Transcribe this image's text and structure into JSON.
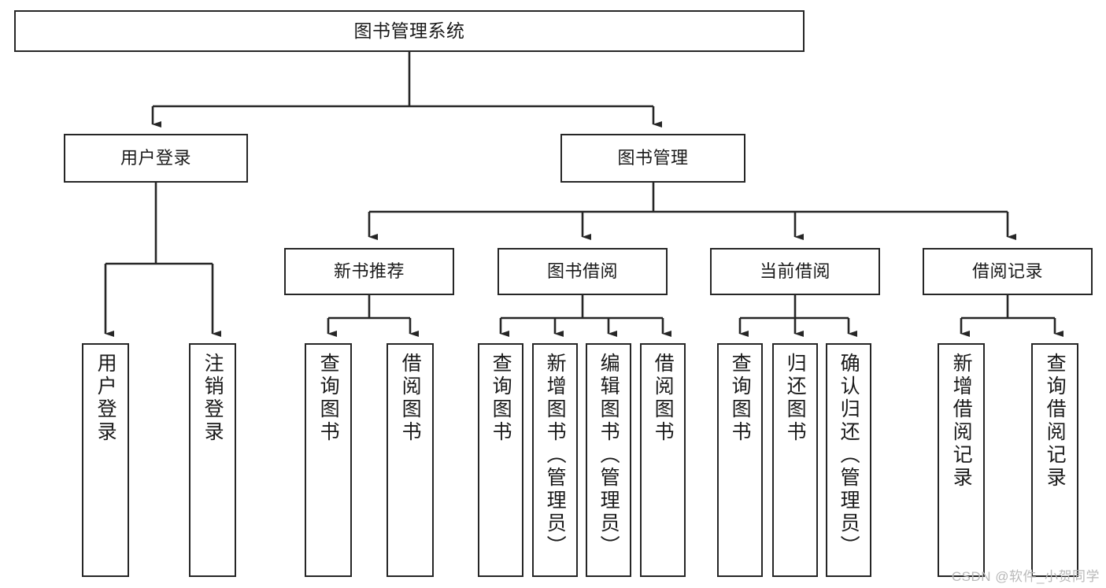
{
  "diagram": {
    "title": "图书管理系统",
    "watermark": "CSDN @软件_小贺同学",
    "colors": {
      "stroke": "#262626",
      "box_fill": "#ffffff",
      "background": "#ffffff",
      "watermark": "#b9b9b9"
    },
    "nodes": {
      "root": {
        "label": "图书管理系统"
      },
      "level2": [
        {
          "label": "用户登录"
        },
        {
          "label": "图书管理"
        }
      ],
      "groups": [
        {
          "label": "新书推荐"
        },
        {
          "label": "图书借阅"
        },
        {
          "label": "当前借阅"
        },
        {
          "label": "借阅记录"
        }
      ],
      "leaves": [
        {
          "label": "用户登录"
        },
        {
          "label": "注销登录"
        },
        {
          "label": "查询图书"
        },
        {
          "label": "借阅图书"
        },
        {
          "label": "查询图书"
        },
        {
          "label": "新增图书（管理员）"
        },
        {
          "label": "编辑图书（管理员）"
        },
        {
          "label": "借阅图书"
        },
        {
          "label": "查询图书"
        },
        {
          "label": "归还图书"
        },
        {
          "label": "确认归还（管理员）"
        },
        {
          "label": "新增借阅记录"
        },
        {
          "label": "查询借阅记录"
        }
      ]
    }
  }
}
